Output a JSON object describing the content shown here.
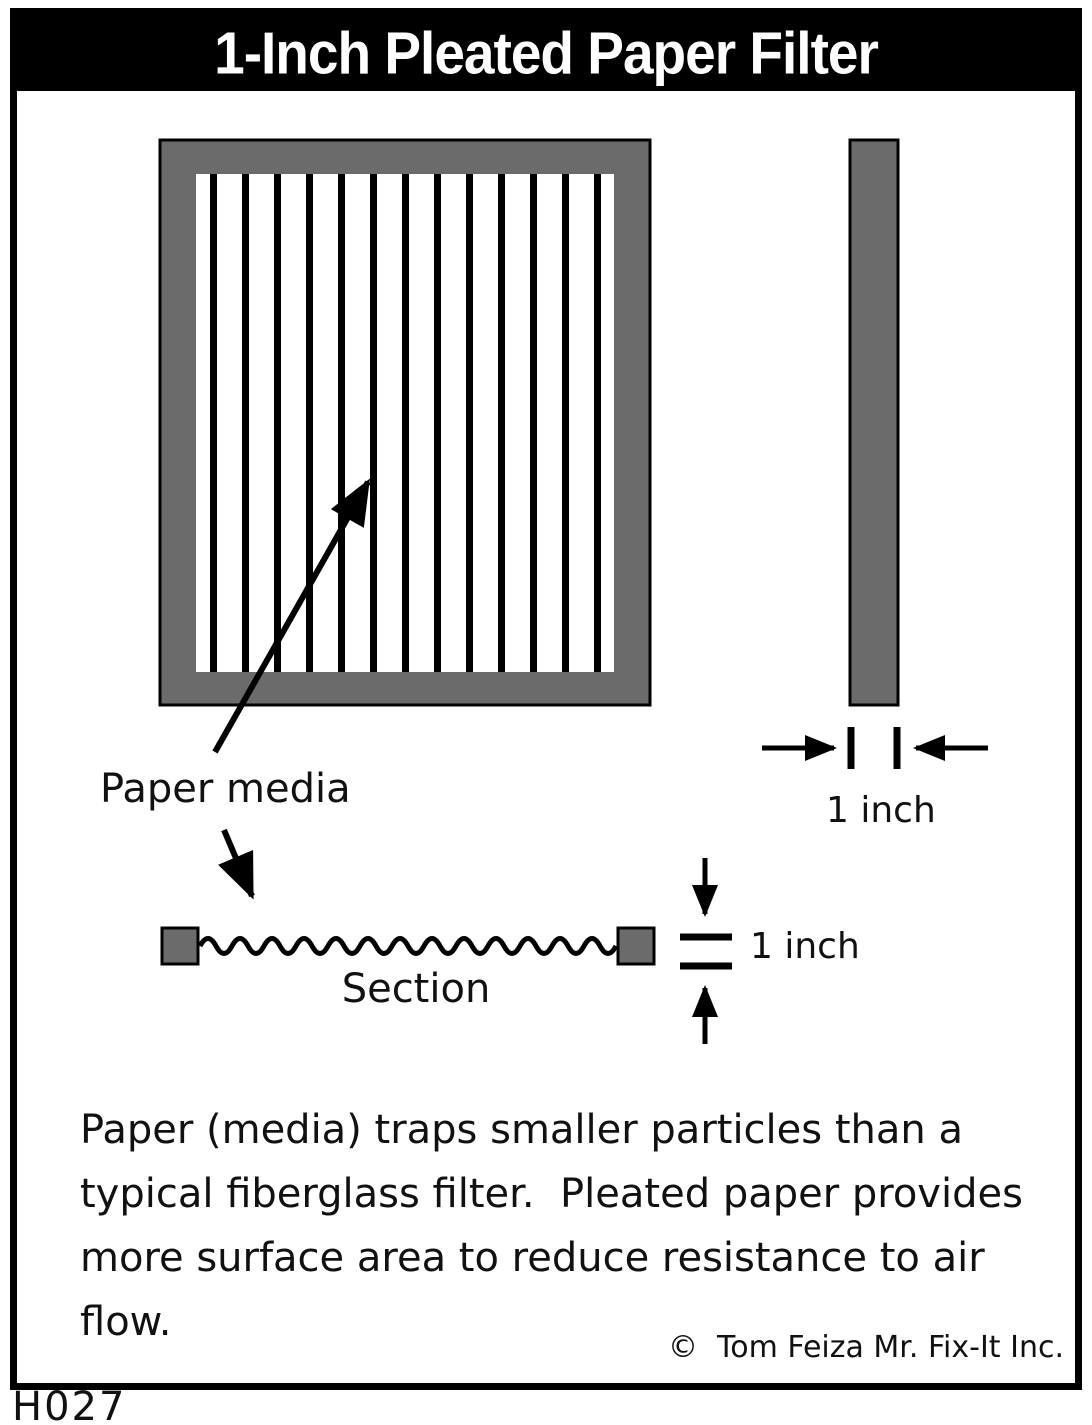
{
  "title": "1-Inch Pleated Paper Filter",
  "figure_code": "H027",
  "labels": {
    "paper_media": "Paper media",
    "section": "Section",
    "side_dimension": "1 inch",
    "section_dimension": "1 inch"
  },
  "caption": {
    "lines": [
      "Paper (media) traps smaller particles than a",
      "typical fiberglass filter.  Pleated paper provides",
      "more surface area to reduce resistance to air",
      "flow."
    ]
  },
  "copyright": "©  Tom Feiza Mr. Fix-It Inc.",
  "diagram": {
    "front_view": {
      "pleat_count": 13
    },
    "colors": {
      "frame_gray": "#6b6b6b",
      "line_black": "#000000",
      "title_bg": "#000000",
      "title_fg": "#ffffff"
    }
  }
}
